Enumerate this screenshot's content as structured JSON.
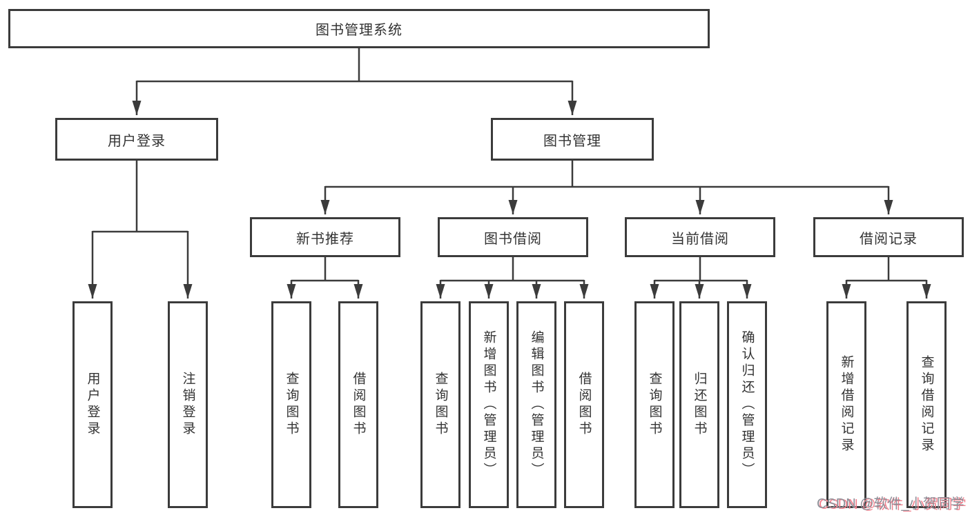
{
  "tree": {
    "label": "图书管理系统",
    "children": [
      {
        "label": "用户登录",
        "children": [
          {
            "label": "用户登录"
          },
          {
            "label": "注销登录"
          }
        ]
      },
      {
        "label": "图书管理",
        "children": [
          {
            "label": "新书推荐",
            "children": [
              {
                "label": "查询图书"
              },
              {
                "label": "借阅图书"
              }
            ]
          },
          {
            "label": "图书借阅",
            "children": [
              {
                "label": "查询图书"
              },
              {
                "label": "新增图书（管理员）"
              },
              {
                "label": "编辑图书（管理员）"
              },
              {
                "label": "借阅图书"
              }
            ]
          },
          {
            "label": "当前借阅",
            "children": [
              {
                "label": "查询图书"
              },
              {
                "label": "归还图书"
              },
              {
                "label": "确认归还（管理员）"
              }
            ]
          },
          {
            "label": "借阅记录",
            "children": [
              {
                "label": "新增借阅记录"
              },
              {
                "label": "查询借阅记录"
              }
            ]
          }
        ]
      }
    ]
  },
  "watermark": {
    "text": "CSDN @软件_小贺同学"
  },
  "colors": {
    "line": "#3b3b3b",
    "box_border": "#3b3b3b",
    "text": "#333333",
    "background": "#ffffff",
    "watermark_gray": "#8e8e97",
    "watermark_pink": "#f2808d"
  }
}
